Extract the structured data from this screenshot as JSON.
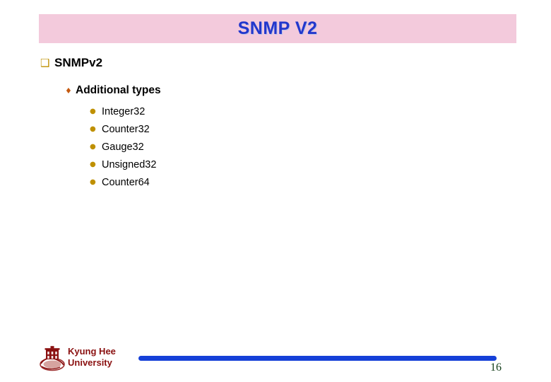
{
  "slide": {
    "title": "SNMP V2",
    "title_band_color": "#f3cadc",
    "title_text_color": "#2337cc",
    "background_color": "#ffffff"
  },
  "outline": {
    "level1": {
      "bullet_glyph": "❑",
      "bullet_icon": "hollow-square-bullet-icon",
      "bullet_color": "#bf9000",
      "label": "SNMPv2"
    },
    "level2": {
      "bullet_glyph": "♦",
      "bullet_icon": "diamond-bullet-icon",
      "bullet_color": "#c55a11",
      "label": "Additional types"
    },
    "level3": {
      "bullet_glyph": "●",
      "bullet_icon": "round-bullet-icon",
      "bullet_color": "#bf9000",
      "items": [
        {
          "label": "Integer32"
        },
        {
          "label": "Counter32"
        },
        {
          "label": "Gauge32"
        },
        {
          "label": "Unsigned32"
        },
        {
          "label": "Counter64"
        }
      ]
    }
  },
  "footer": {
    "logo_icon": "kyung-hee-university-crest-icon",
    "logo_color": "#8a1010",
    "organization": "Kyung Hee\nUniversity",
    "rule_color": "#1540d8",
    "page_number": "16",
    "page_number_color": "#16401c"
  }
}
